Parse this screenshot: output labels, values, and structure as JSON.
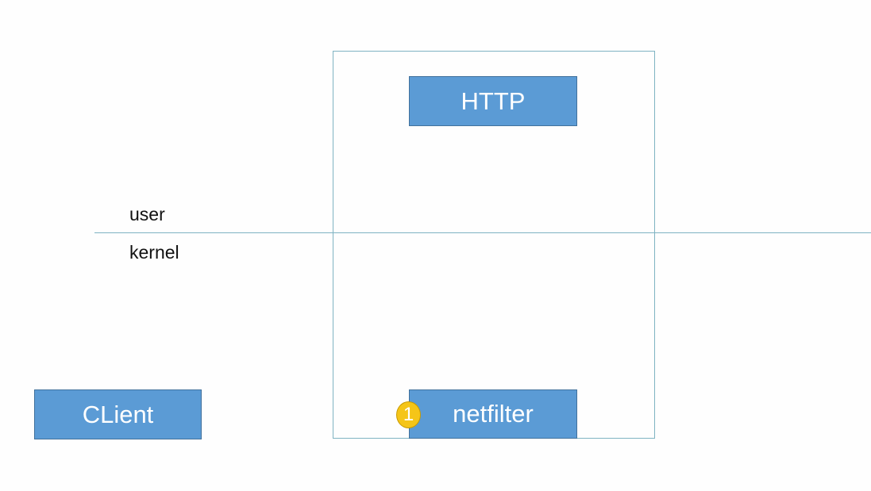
{
  "layers": {
    "user_label": "user",
    "kernel_label": "kernel"
  },
  "blocks": {
    "http": "HTTP",
    "netfilter": "netfilter",
    "client": "CLient"
  },
  "badge": {
    "number": "1"
  },
  "colors": {
    "block_fill": "#5b9bd5",
    "block_border": "#41719c",
    "line": "#7fb3c2",
    "badge": "#f5c518"
  }
}
